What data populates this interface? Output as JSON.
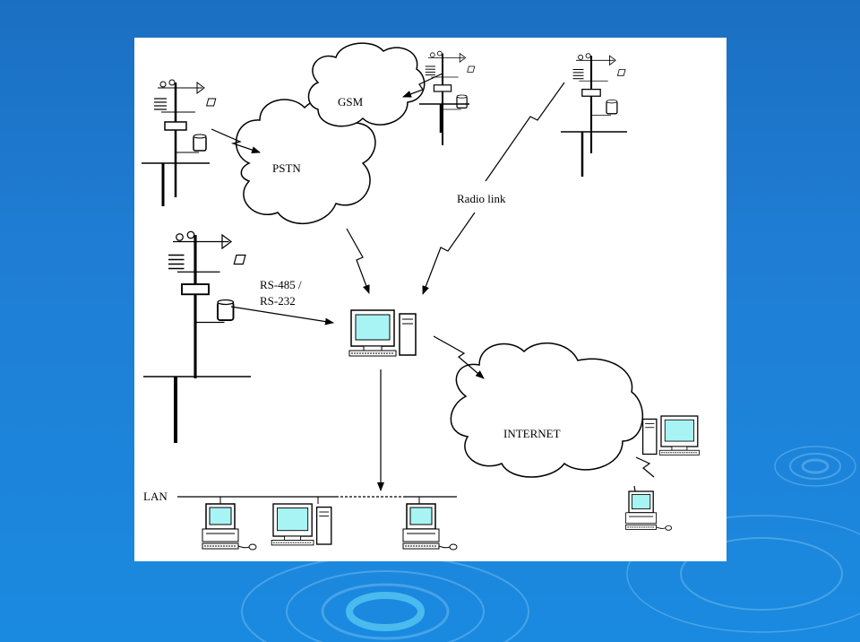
{
  "labels": {
    "gsm": "GSM",
    "pstn": "PSTN",
    "radio_link": "Radio link",
    "rs485": "RS-485 /",
    "rs232": "RS-232",
    "internet": "INTERNET",
    "lan": "LAN"
  },
  "colors": {
    "background": "#1f7ed4",
    "panel": "#ffffff",
    "screen": "#a8f4f4",
    "line": "#000000"
  }
}
